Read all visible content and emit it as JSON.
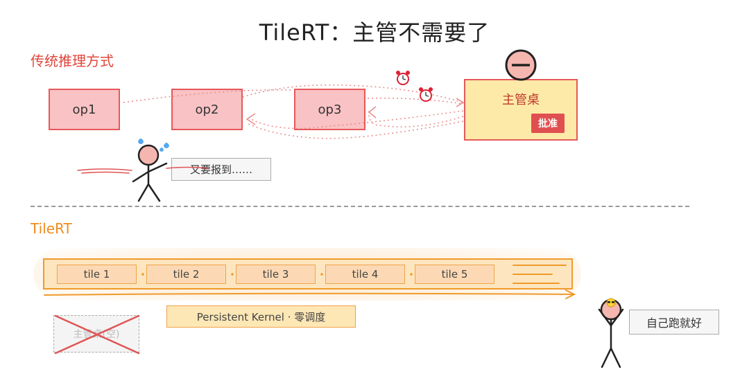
{
  "title": "TileRT：主管不需要了",
  "traditional": {
    "label": "传统推理方式",
    "ops": [
      "op1",
      "op2",
      "op3"
    ],
    "desk_label": "主管桌",
    "approve_label": "批准",
    "report_note": "又要报到……"
  },
  "tilert": {
    "label": "TileRT",
    "tiles": [
      "tile 1",
      "tile 2",
      "tile 3",
      "tile 4",
      "tile 5"
    ],
    "kernel_label": "Persistent Kernel · 零调度",
    "empty_desk_label": "主管桌(空)",
    "self_run_note": "自己跑就好"
  },
  "colors": {
    "red_accent": "#e0463c",
    "orange_accent": "#f08a1c",
    "op_fill": "#f9c2c4",
    "desk_fill": "#fdeaa8",
    "tile_fill": "#fcd9b4"
  },
  "icons": [
    "alarm-clock-icon",
    "sweat-drops-icon",
    "sunglasses-icon"
  ]
}
